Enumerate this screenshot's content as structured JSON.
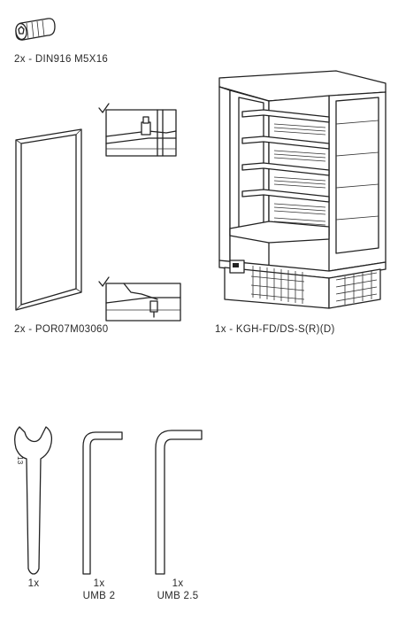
{
  "parts": {
    "bolt": {
      "label": "2x - DIN916 M5X16"
    },
    "door": {
      "label": "2x - POR07M03060"
    },
    "cabinet": {
      "label": "1x - KGH-FD/DS-S(R)(D)"
    }
  },
  "tools": {
    "wrench": {
      "qty": "1x",
      "size": "13"
    },
    "allen_key_2": {
      "qty": "1x",
      "name": "UMB 2"
    },
    "allen_key_2_5": {
      "qty": "1x",
      "name": "UMB 2.5"
    }
  }
}
